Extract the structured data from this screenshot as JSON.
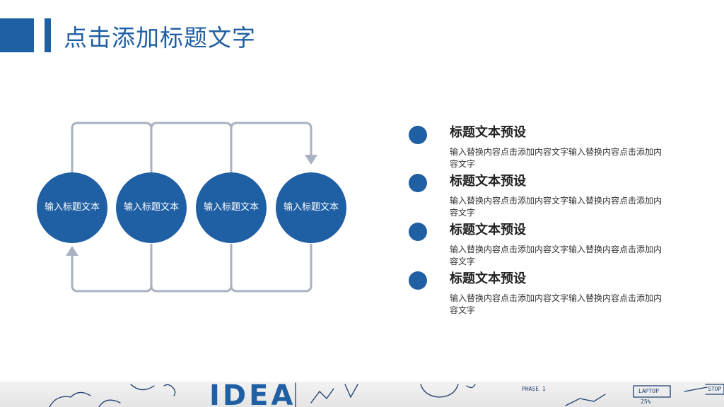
{
  "header": {
    "title": "点击添加标题文字"
  },
  "diagram": {
    "nodes": [
      "输入标题文本",
      "输入标题文本",
      "输入标题文本",
      "输入标题文本"
    ]
  },
  "items": [
    {
      "title": "标题文本预设",
      "desc": "输入替换内容点击添加内容文字输入替换内容点击添加内容文字"
    },
    {
      "title": "标题文本预设",
      "desc": "输入替换内容点击添加内容文字输入替换内容点击添加内容文字"
    },
    {
      "title": "标题文本预设",
      "desc": "输入替换内容点击添加内容文字输入替换内容点击添加内容文字"
    },
    {
      "title": "标题文本预设",
      "desc": "输入替换内容点击添加内容文字输入替换内容点击添加内容文字"
    }
  ],
  "footer": {
    "doodle_word": "IDEA",
    "phase_text": "PHASE 1",
    "laptop_text": "LAPTOP",
    "percent_text": "25%",
    "stop_text": "STOP"
  },
  "colors": {
    "accent": "#1f5fa3",
    "connector": "#a9b2c2"
  }
}
